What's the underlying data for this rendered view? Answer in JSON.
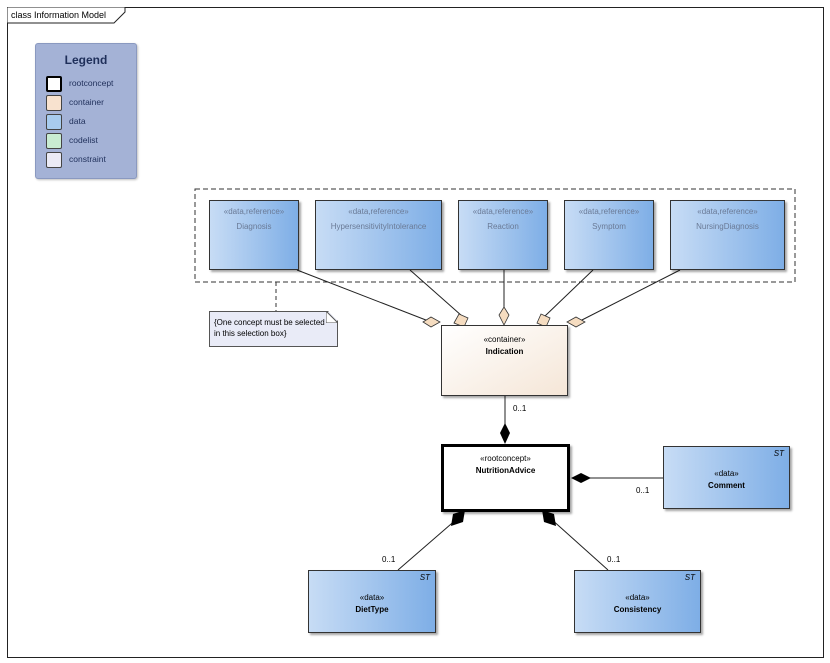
{
  "diagram": {
    "title": "class Information Model"
  },
  "legend": {
    "title": "Legend",
    "items": [
      {
        "label": "rootconcept",
        "color": "#ffffff"
      },
      {
        "label": "container",
        "color": "#f8e2cf"
      },
      {
        "label": "data",
        "color": "#a8ccef"
      },
      {
        "label": "codelist",
        "color": "#c9ecd2"
      },
      {
        "label": "constraint",
        "color": "#eaeaf5"
      }
    ]
  },
  "selection_box": {
    "classes": [
      {
        "stereotype": "«data,reference»",
        "name": "Diagnosis"
      },
      {
        "stereotype": "«data,reference»",
        "name": "HypersensitivityIntolerance"
      },
      {
        "stereotype": "«data,reference»",
        "name": "Reaction"
      },
      {
        "stereotype": "«data,reference»",
        "name": "Symptom"
      },
      {
        "stereotype": "«data,reference»",
        "name": "NursingDiagnosis"
      }
    ]
  },
  "note": {
    "line1": "{One concept must be selected",
    "line2": "in this selection box}"
  },
  "indication": {
    "stereotype": "«container»",
    "name": "Indication",
    "multiplicity": "0..1"
  },
  "root": {
    "stereotype": "«rootconcept»",
    "name": "NutritionAdvice"
  },
  "comment": {
    "stereotype": "«data»",
    "name": "Comment",
    "tag": "ST",
    "multiplicity": "0..1"
  },
  "diettype": {
    "stereotype": "«data»",
    "name": "DietType",
    "tag": "ST",
    "multiplicity": "0..1"
  },
  "consistency": {
    "stereotype": "«data»",
    "name": "Consistency",
    "tag": "ST",
    "multiplicity": "0..1"
  }
}
